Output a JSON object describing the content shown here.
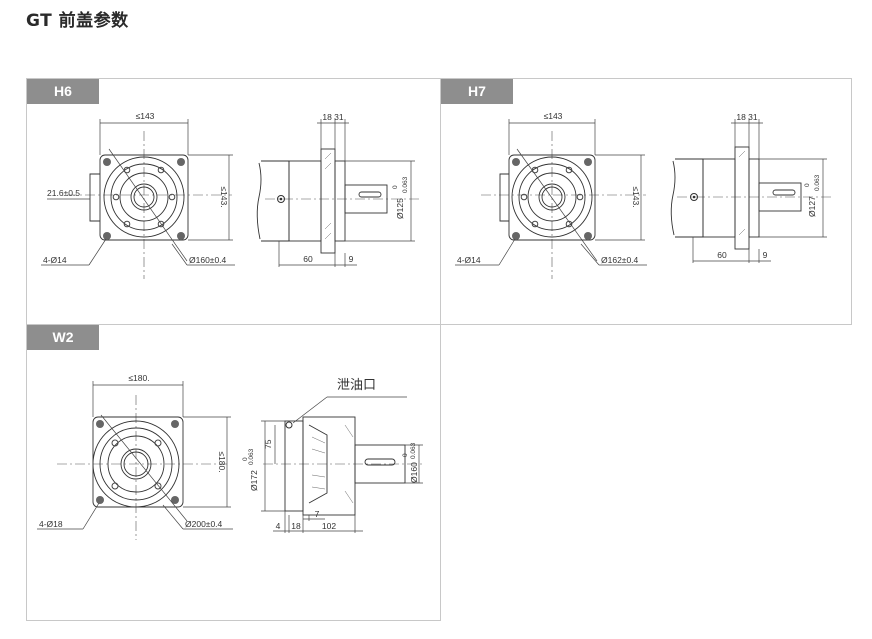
{
  "page": {
    "title": "GT 前盖参数"
  },
  "panels": {
    "h6": {
      "tab": "H6",
      "front": {
        "width": "≤143",
        "height": "≤143.",
        "offset": "21.6±0.5",
        "holes": "4-Ø14",
        "pcd": "Ø160±0.4"
      },
      "side": {
        "top_dims": "18  31",
        "bottom_left": "60",
        "bottom_right": "9",
        "pilot": "Ø125",
        "tol_up": "0",
        "tol_down": "0.063"
      }
    },
    "h7": {
      "tab": "H7",
      "front": {
        "width": "≤143",
        "height": "≤143.",
        "holes": "4-Ø14",
        "pcd": "Ø162±0.4"
      },
      "side": {
        "top_dims": "18  31",
        "bottom_left": "60",
        "bottom_right": "9",
        "pilot": "Ø127",
        "tol_up": "0",
        "tol_down": "0.063"
      }
    },
    "w2": {
      "tab": "W2",
      "front": {
        "width": "≤180.",
        "height": "≤180.",
        "holes": "4-Ø18",
        "pcd": "Ø200±0.4"
      },
      "side": {
        "drain_label": "泄油口",
        "inner_dia": "Ø172",
        "inner_tol_up": "0",
        "inner_tol_down": "0.063",
        "height_small": "75",
        "pilot": "Ø160",
        "tol_up": "0",
        "tol_down": "0.063",
        "dim_4": "4",
        "dim_18": "18",
        "dim_7": "7",
        "dim_102": "102"
      }
    }
  }
}
